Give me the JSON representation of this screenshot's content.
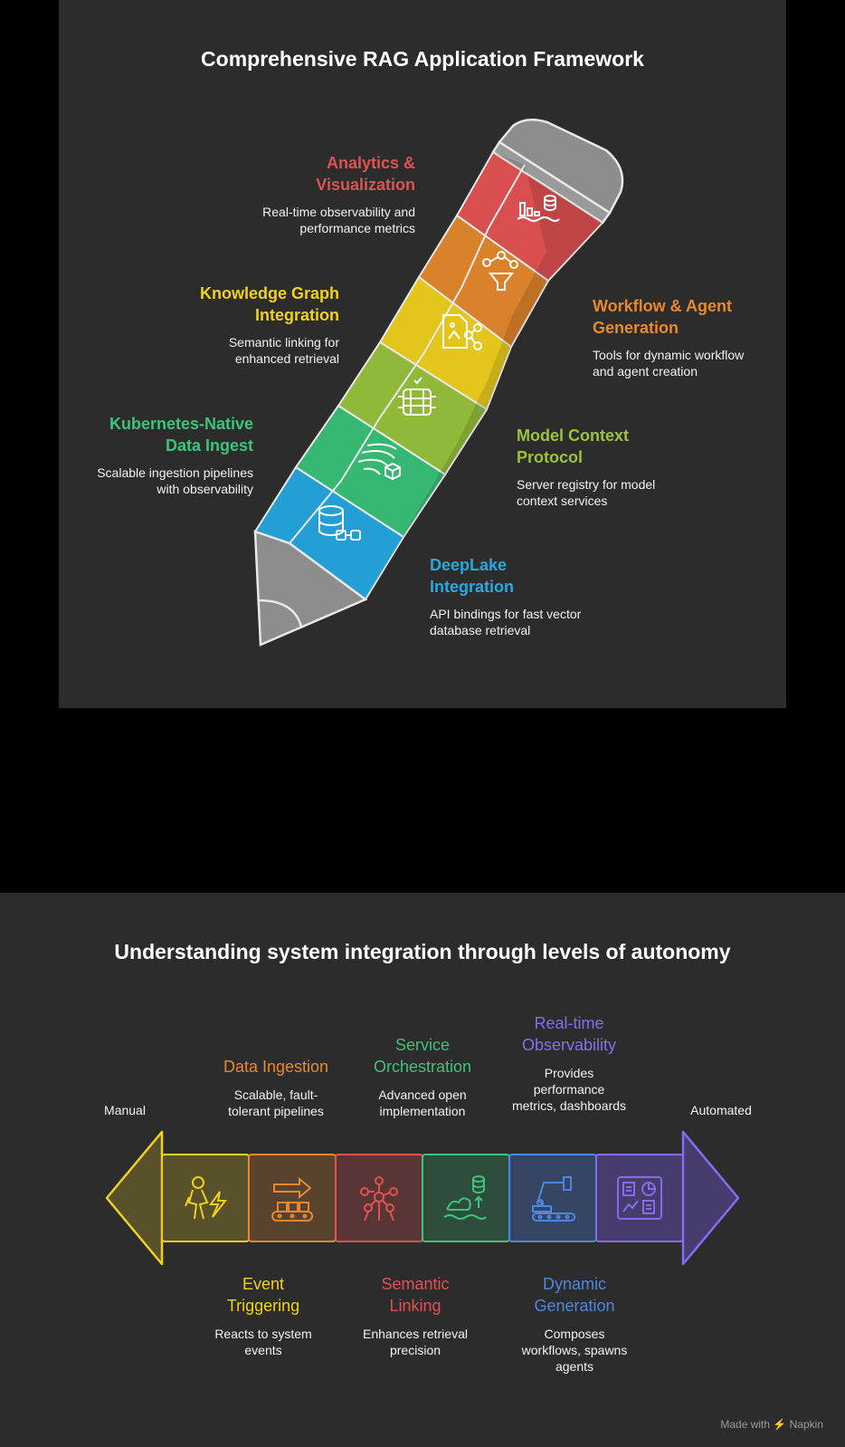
{
  "top": {
    "title": "Comprehensive RAG Application Framework",
    "items": [
      {
        "title_l1": "Analytics &",
        "title_l2": "Visualization",
        "desc_l1": "Real-time observability and",
        "desc_l2": "performance metrics",
        "color": "#e05252",
        "icon": "analytics-icon"
      },
      {
        "title_l1": "Workflow & Agent",
        "title_l2": "Generation",
        "desc_l1": "Tools for dynamic workflow",
        "desc_l2": "and agent creation",
        "color": "#e8892e",
        "icon": "workflow-icon"
      },
      {
        "title_l1": "Knowledge Graph",
        "title_l2": "Integration",
        "desc_l1": "Semantic linking for",
        "desc_l2": "enhanced retrieval",
        "color": "#f0d21c",
        "icon": "knowledge-graph-icon"
      },
      {
        "title_l1": "Model Context",
        "title_l2": "Protocol",
        "desc_l1": "Server registry for model",
        "desc_l2": "context services",
        "color": "#9cc43b",
        "icon": "server-icon"
      },
      {
        "title_l1": "Kubernetes-Native",
        "title_l2": "Data Ingest",
        "desc_l1": "Scalable ingestion pipelines",
        "desc_l2": "with observability",
        "color": "#3cc47a",
        "icon": "ingest-icon"
      },
      {
        "title_l1": "DeepLake",
        "title_l2": "Integration",
        "desc_l1": "API bindings for fast vector",
        "desc_l2": "database retrieval",
        "color": "#27a9e0",
        "icon": "database-icon"
      }
    ]
  },
  "bottom": {
    "title": "Understanding system integration through levels of autonomy",
    "left_label": "Manual",
    "right_label": "Automated",
    "stages": [
      {
        "title_l1": "Event",
        "title_l2": "Triggering",
        "desc_l1": "Reacts to system",
        "desc_l2": "events",
        "desc_l3": "",
        "color": "#f0d21c",
        "icon": "person-lightning-icon"
      },
      {
        "title_l1": "Data Ingestion",
        "title_l2": "",
        "desc_l1": "Scalable, fault-",
        "desc_l2": "tolerant pipelines",
        "desc_l3": "",
        "color": "#e8892e",
        "icon": "conveyor-icon"
      },
      {
        "title_l1": "Semantic",
        "title_l2": "Linking",
        "desc_l1": "Enhances retrieval",
        "desc_l2": "precision",
        "desc_l3": "",
        "color": "#e05252",
        "icon": "network-icon"
      },
      {
        "title_l1": "Service",
        "title_l2": "Orchestration",
        "desc_l1": "Advanced open",
        "desc_l2": "implementation",
        "desc_l3": "",
        "color": "#3cc47a",
        "icon": "orchestration-icon"
      },
      {
        "title_l1": "Dynamic",
        "title_l2": "Generation",
        "desc_l1": "Composes",
        "desc_l2": "workflows, spawns",
        "desc_l3": "agents",
        "color": "#4f86e0",
        "icon": "robot-arm-icon"
      },
      {
        "title_l1": "Real-time",
        "title_l2": "Observability",
        "desc_l1": "Provides",
        "desc_l2": "performance",
        "desc_l3": "metrics, dashboards",
        "color": "#8a6bf0",
        "icon": "dashboard-icon"
      }
    ]
  },
  "footer": "Made with ⚡ Napkin"
}
